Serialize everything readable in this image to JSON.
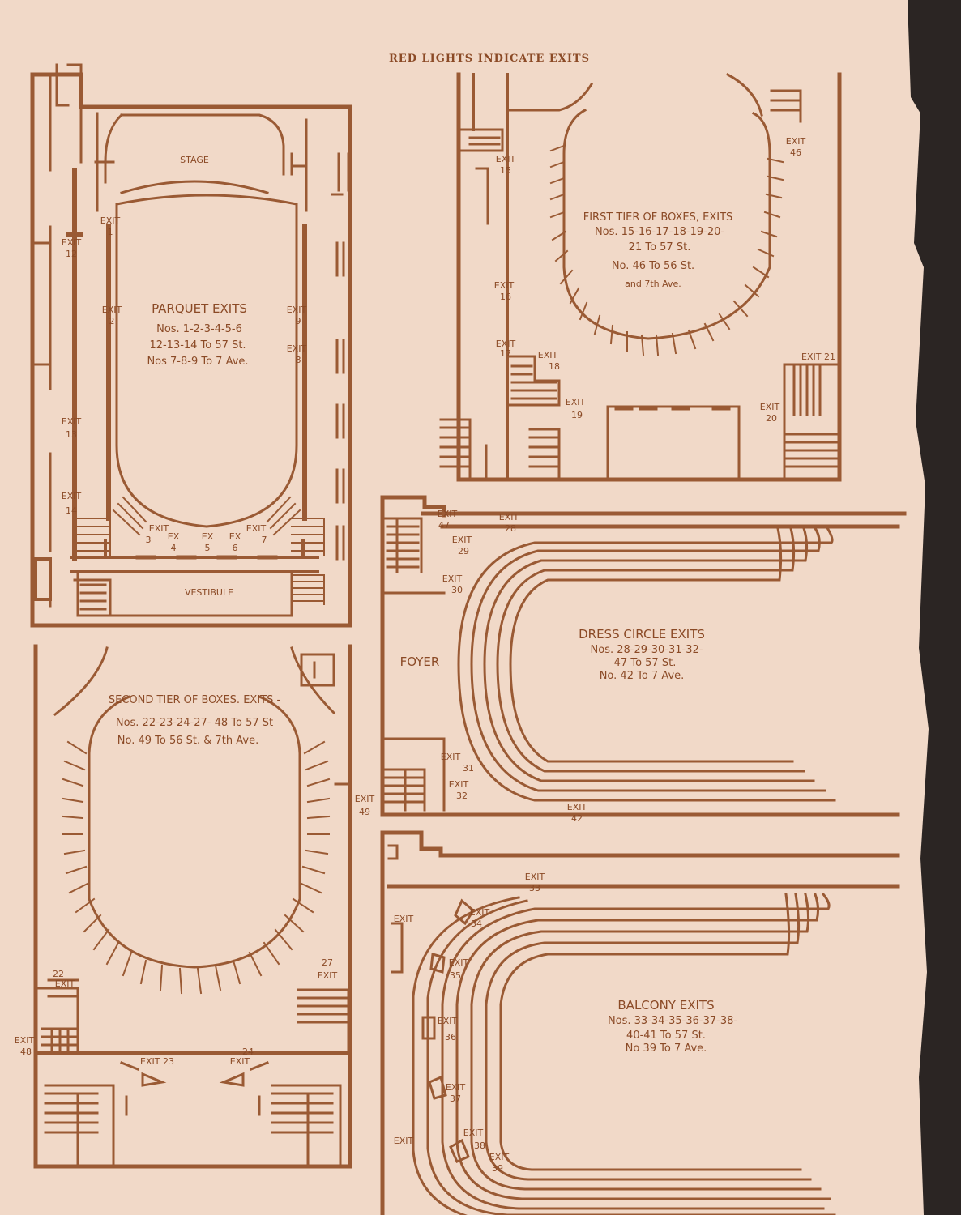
{
  "header": "RED LIGHTS INDICATE EXITS",
  "colors": {
    "paper": "#f1d9c8",
    "ink": "#9a5a34",
    "background": "#2b2523"
  },
  "parquet": {
    "stage": "STAGE",
    "vestibule": "VESTIBULE",
    "title": "PARQUET EXITS",
    "lines": [
      "Nos. 1-2-3-4-5-6",
      "12-13-14 To 57 St.",
      "Nos 7-8-9 To 7 Ave."
    ],
    "exits": {
      "e1": [
        "EXIT",
        "1"
      ],
      "e2": [
        "EXIT",
        "2"
      ],
      "e12": [
        "EXIT",
        "12"
      ],
      "e13": [
        "EXIT",
        "13"
      ],
      "e14": [
        "EXIT",
        "14"
      ],
      "e9": [
        "EXIT",
        "9"
      ],
      "e8": [
        "EXIT",
        "8"
      ],
      "e3": [
        "EXIT",
        "3"
      ],
      "e4": [
        "EX",
        "4"
      ],
      "e5": [
        "EX",
        "5"
      ],
      "e6": [
        "EX",
        "6"
      ],
      "e7": [
        "EXIT",
        "7"
      ]
    }
  },
  "first_tier": {
    "title": "FIRST TIER OF BOXES, EXITS",
    "lines": [
      "Nos. 15-16-17-18-19-20-",
      "21 To 57 St.",
      "No. 46 To 56 St.",
      "and 7th Ave."
    ],
    "exits": {
      "e15": [
        "EXIT",
        "15"
      ],
      "e16": [
        "EXIT",
        "16"
      ],
      "e17": [
        "EXIT",
        "17"
      ],
      "e18": [
        "EXIT",
        "18"
      ],
      "e19": [
        "EXIT",
        "19"
      ],
      "e20": [
        "EXIT",
        "20"
      ],
      "e21": "EXIT 21",
      "e46": [
        "EXIT",
        "46"
      ]
    }
  },
  "dress_circle": {
    "foyer": "FOYER",
    "title": "DRESS CIRCLE EXITS",
    "lines": [
      "Nos. 28-29-30-31-32-",
      "47 To 57 St.",
      "No. 42 To 7 Ave."
    ],
    "exits": {
      "e47": [
        "EXIT",
        "47"
      ],
      "e28": [
        "EXIT",
        "28"
      ],
      "e29": [
        "EXIT",
        "29"
      ],
      "e30": [
        "EXIT",
        "30"
      ],
      "e31": [
        "EXIT",
        "31"
      ],
      "e32": [
        "EXIT",
        "32"
      ],
      "e42": [
        "EXIT",
        "42"
      ]
    }
  },
  "second_tier": {
    "title": "SECOND TIER OF BOXES. EXITS -",
    "lines": [
      "Nos. 22-23-24-27- 48 To 57 St",
      "No. 49 To 56 St. & 7th Ave."
    ],
    "exits": {
      "e49": [
        "EXIT",
        "49"
      ],
      "e22": [
        "22",
        "EXIT"
      ],
      "e27": [
        "27",
        "EXIT"
      ],
      "e48": [
        "EXIT",
        "48"
      ],
      "e23": "EXIT 23",
      "e24": [
        "24",
        "EXIT"
      ]
    }
  },
  "balcony": {
    "title": "BALCONY EXITS",
    "lines": [
      "Nos. 33-34-35-36-37-38-",
      "40-41 To 57 St.",
      "No 39 To 7 Ave."
    ],
    "exits": {
      "e33": [
        "EXIT",
        "33"
      ],
      "ex_left": "EXIT",
      "e34": [
        "EXIT",
        "34"
      ],
      "e35": [
        "EXIT",
        "35"
      ],
      "e36": [
        "EXIT",
        "36"
      ],
      "e37": [
        "EXIT",
        "37"
      ],
      "e38": [
        "EXIT",
        "38"
      ],
      "ex_bottom": "EXIT",
      "e39": [
        "EXIT",
        "39"
      ]
    }
  }
}
